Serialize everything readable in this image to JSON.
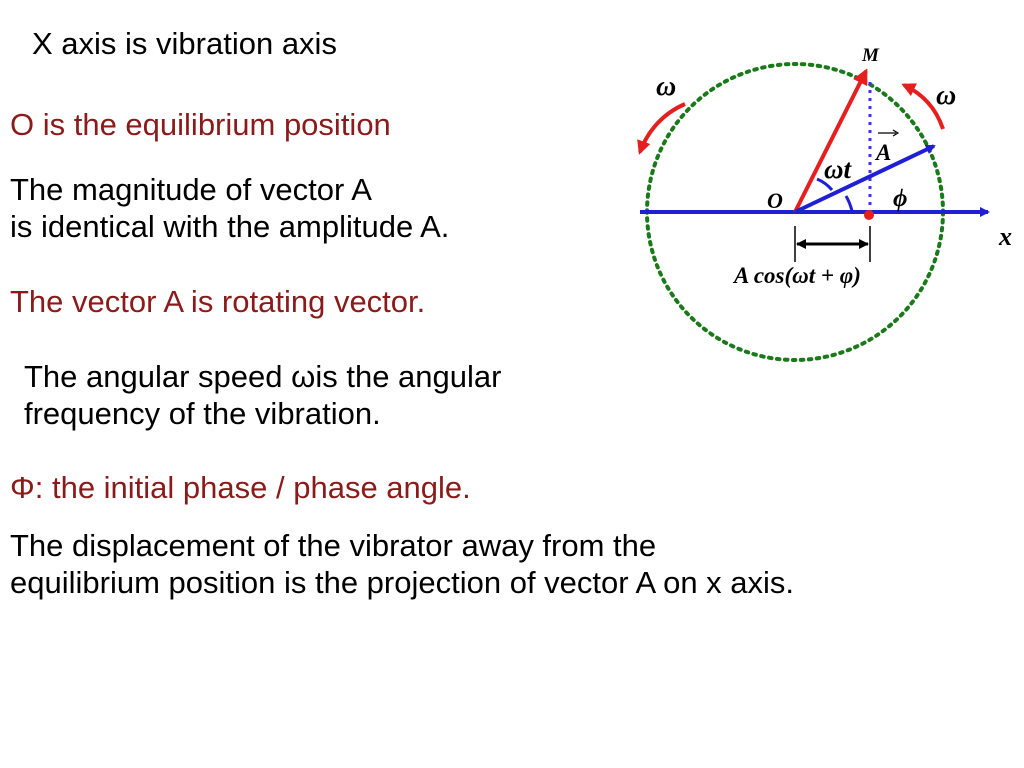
{
  "slide": {
    "line1": "X axis is vibration axis",
    "line2": "O is the equilibrium position",
    "line3a": "The magnitude of vector A",
    "line3b": "is identical with the amplitude A.",
    "line4": "The vector A is rotating vector.",
    "line5a": "The angular speed ωis the angular",
    "line5b": "frequency of the vibration.",
    "line6": "Φ: the initial phase / phase angle.",
    "line7a": "The displacement of the vibrator away from the",
    "line7b": "equilibrium position is the projection of vector A on x axis."
  },
  "diagram": {
    "label_m": "M",
    "label_omega_left": "ω",
    "label_omega_right": "ω",
    "label_omega_t": "ωt",
    "label_vector_a": "A",
    "label_o": "O",
    "label_phi": "ϕ",
    "label_x": "x",
    "projection_formula": "A cos(ωt + φ)"
  },
  "colors": {
    "dark_red_text": "#8b1a1a",
    "axis_blue": "#1f1fd6",
    "vector_red": "#e61e1e",
    "circle_green": "#1a7a1a",
    "dotted_blue": "#3a3acf"
  }
}
